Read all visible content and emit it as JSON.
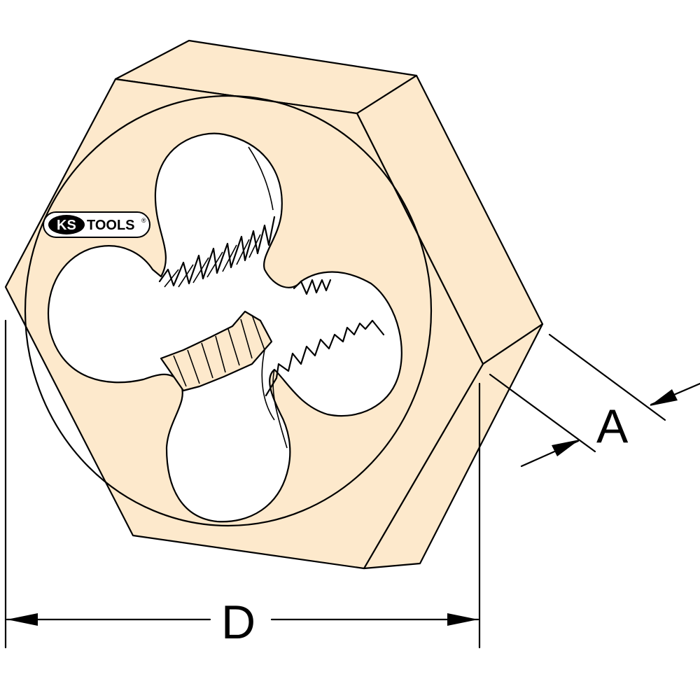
{
  "logo": {
    "ks": "KS",
    "tools": "TOOLS",
    "mark": "®"
  },
  "dimensions": {
    "diameter_label": "D",
    "thickness_label": "A"
  },
  "colors": {
    "body_fill": "#fde9cc",
    "line": "#000000",
    "background": "#ffffff"
  }
}
